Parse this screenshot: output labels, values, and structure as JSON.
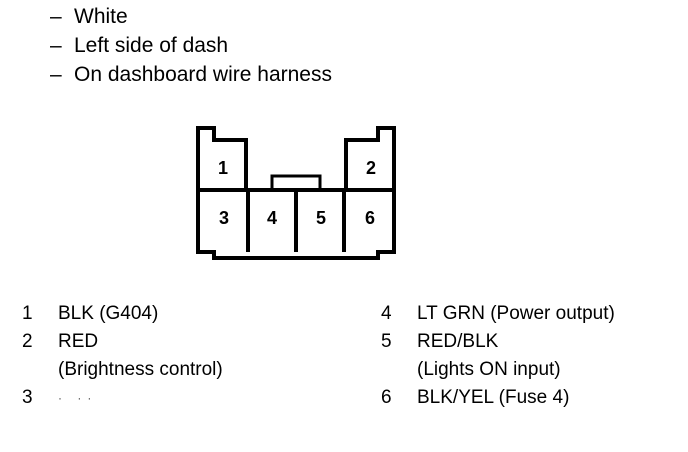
{
  "bullets": [
    {
      "dash": "–",
      "text": "White"
    },
    {
      "dash": "–",
      "text": "Left side of dash"
    },
    {
      "dash": "–",
      "text": "On dashboard wire harness"
    }
  ],
  "connector": {
    "pins": [
      "1",
      "2",
      "3",
      "4",
      "5",
      "6"
    ]
  },
  "pinout_left": [
    {
      "num": "1",
      "line1": "BLK (G404)",
      "line2": ""
    },
    {
      "num": "2",
      "line1": "RED",
      "line2": "(Brightness control)"
    },
    {
      "num": "3",
      "line1": "· ··",
      "line2": ""
    }
  ],
  "pinout_right": [
    {
      "num": "4",
      "line1": "LT GRN (Power output)",
      "line2": ""
    },
    {
      "num": "5",
      "line1": "RED/BLK",
      "line2": "(Lights ON input)"
    },
    {
      "num": "6",
      "line1": "BLK/YEL (Fuse 4)",
      "line2": ""
    }
  ]
}
